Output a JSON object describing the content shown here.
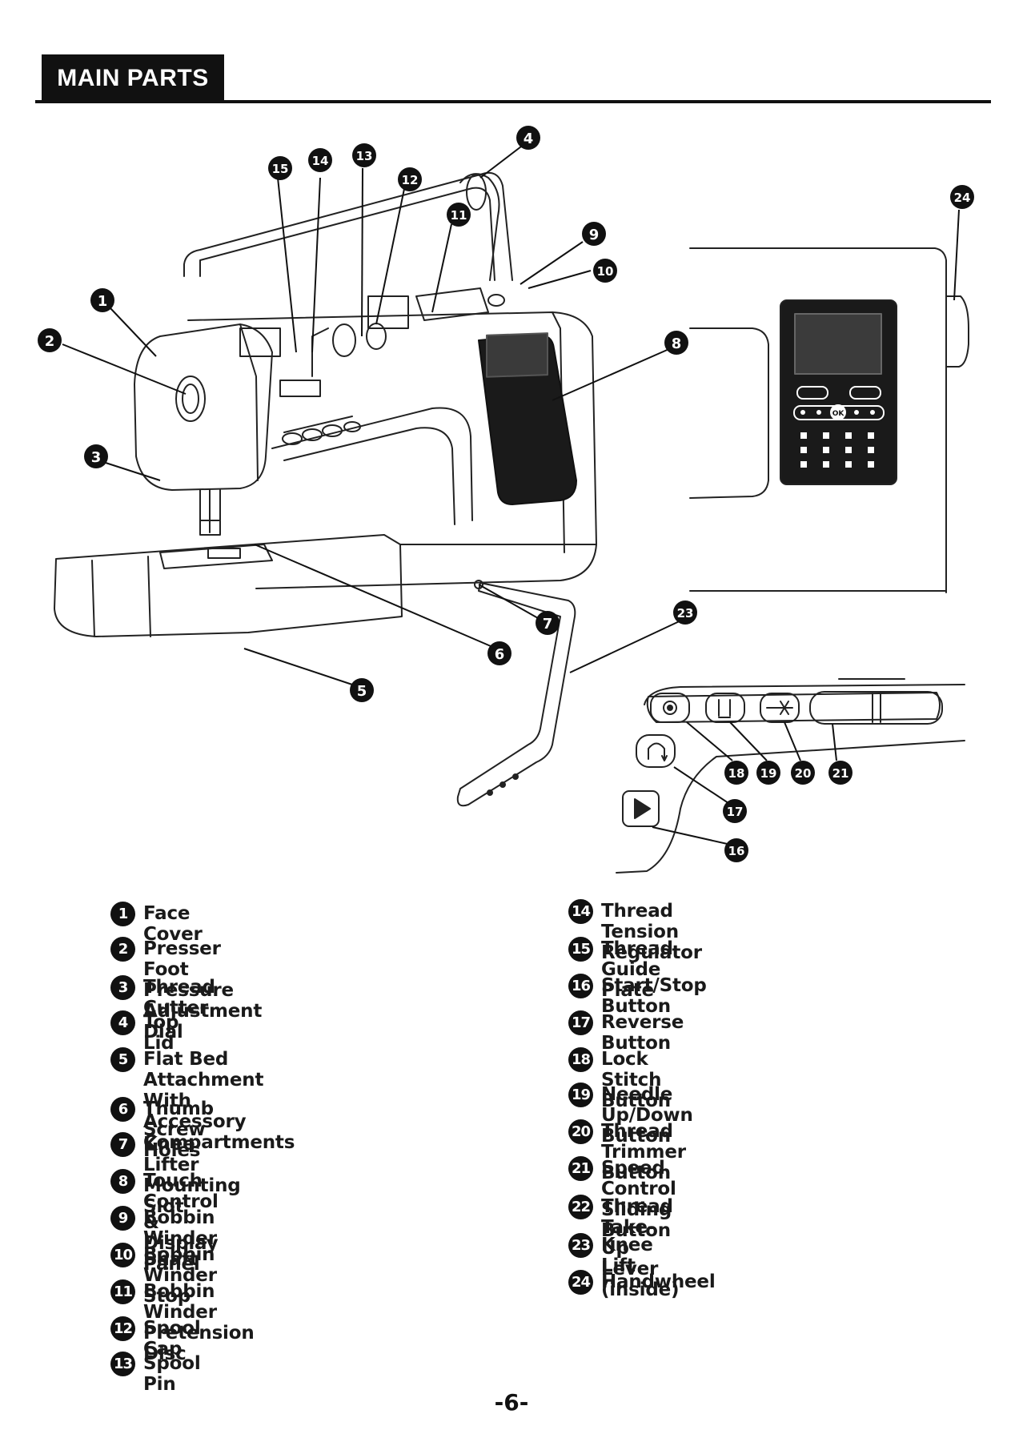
{
  "header": {
    "title": "MAIN PARTS"
  },
  "left_parts": [
    {
      "num": "1",
      "label": "Face Cover"
    },
    {
      "num": "2",
      "label": "Presser Foot Pressure Adjustment Dial"
    },
    {
      "num": "3",
      "label": "Thread Cutter"
    },
    {
      "num": "4",
      "label": "Top Lid"
    },
    {
      "num": "5",
      "label": "Flat Bed Attachment With Accessory Compartments"
    },
    {
      "num": "6",
      "label": "Thumb Screw Holes"
    },
    {
      "num": "7",
      "label": "Knee Lifter Mounting Slot"
    },
    {
      "num": "8",
      "label": "Touch Control & Display Panel"
    },
    {
      "num": "9",
      "label": "Bobbin Winder Shaft"
    },
    {
      "num": "10",
      "label": "Bobbin Winder Stop"
    },
    {
      "num": "11",
      "label": "Bobbin Winder Pretension Disc"
    },
    {
      "num": "12",
      "label": "Spool Cap"
    },
    {
      "num": "13",
      "label": "Spool Pin"
    }
  ],
  "right_parts": [
    {
      "num": "14",
      "label": "Thread Tension Regulator"
    },
    {
      "num": "15",
      "label": "Thread Guide Plate"
    },
    {
      "num": "16",
      "label": "Start/Stop Button"
    },
    {
      "num": "17",
      "label": "Reverse Button"
    },
    {
      "num": "18",
      "label": "Lock Stitch Button"
    },
    {
      "num": "19",
      "label": "Needle Up/Down Button"
    },
    {
      "num": "20",
      "label": "Thread Trimmer Button"
    },
    {
      "num": "21",
      "label": "Speed Control Sliding Button"
    },
    {
      "num": "22",
      "label": "Thread Take-Up Lever (inside)"
    },
    {
      "num": "23",
      "label": "Knee Lift"
    },
    {
      "num": "24",
      "label": "Handwheel"
    }
  ],
  "panel_ok_label": "OK",
  "footer": {
    "page_number": "-6-"
  }
}
